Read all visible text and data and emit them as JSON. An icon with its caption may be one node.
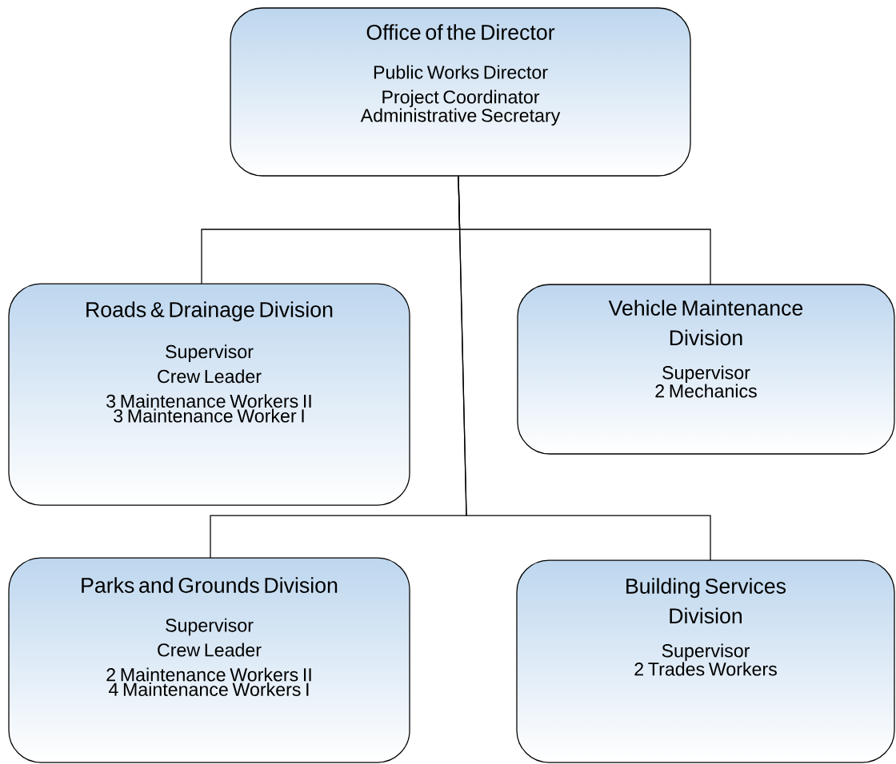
{
  "diagram": {
    "nodes": [
      {
        "text": [
          "Office of the Director",
          "Public Works Director",
          "Project Coordinator",
          "Administrative Secretary"
        ]
      },
      {
        "text": [
          "Roads & Drainage Division",
          "Supervisor",
          "Crew Leader",
          "3 Maintenance Workers II",
          "3 Maintenance Worker I"
        ]
      },
      {
        "text": [
          "Vehicle Maintenance Division",
          "Supervisor",
          "2 Mechanics"
        ]
      },
      {
        "text": [
          "Parks and Grounds Division",
          "Supervisor",
          "Crew Leader",
          "2 Maintenance Workers II",
          "4 Maintenance Workers I"
        ]
      },
      {
        "text": [
          "Building Services Division",
          "Supervisor",
          "2 Trades Workers"
        ]
      }
    ],
    "edges": [
      {
        "from": 0,
        "to": 1,
        "arrow": "none"
      },
      {
        "from": 0,
        "to": 2,
        "arrow": "none"
      },
      {
        "from": 0,
        "to": 3,
        "arrow": "none"
      },
      {
        "from": 0,
        "to": 4,
        "arrow": "none"
      }
    ]
  }
}
